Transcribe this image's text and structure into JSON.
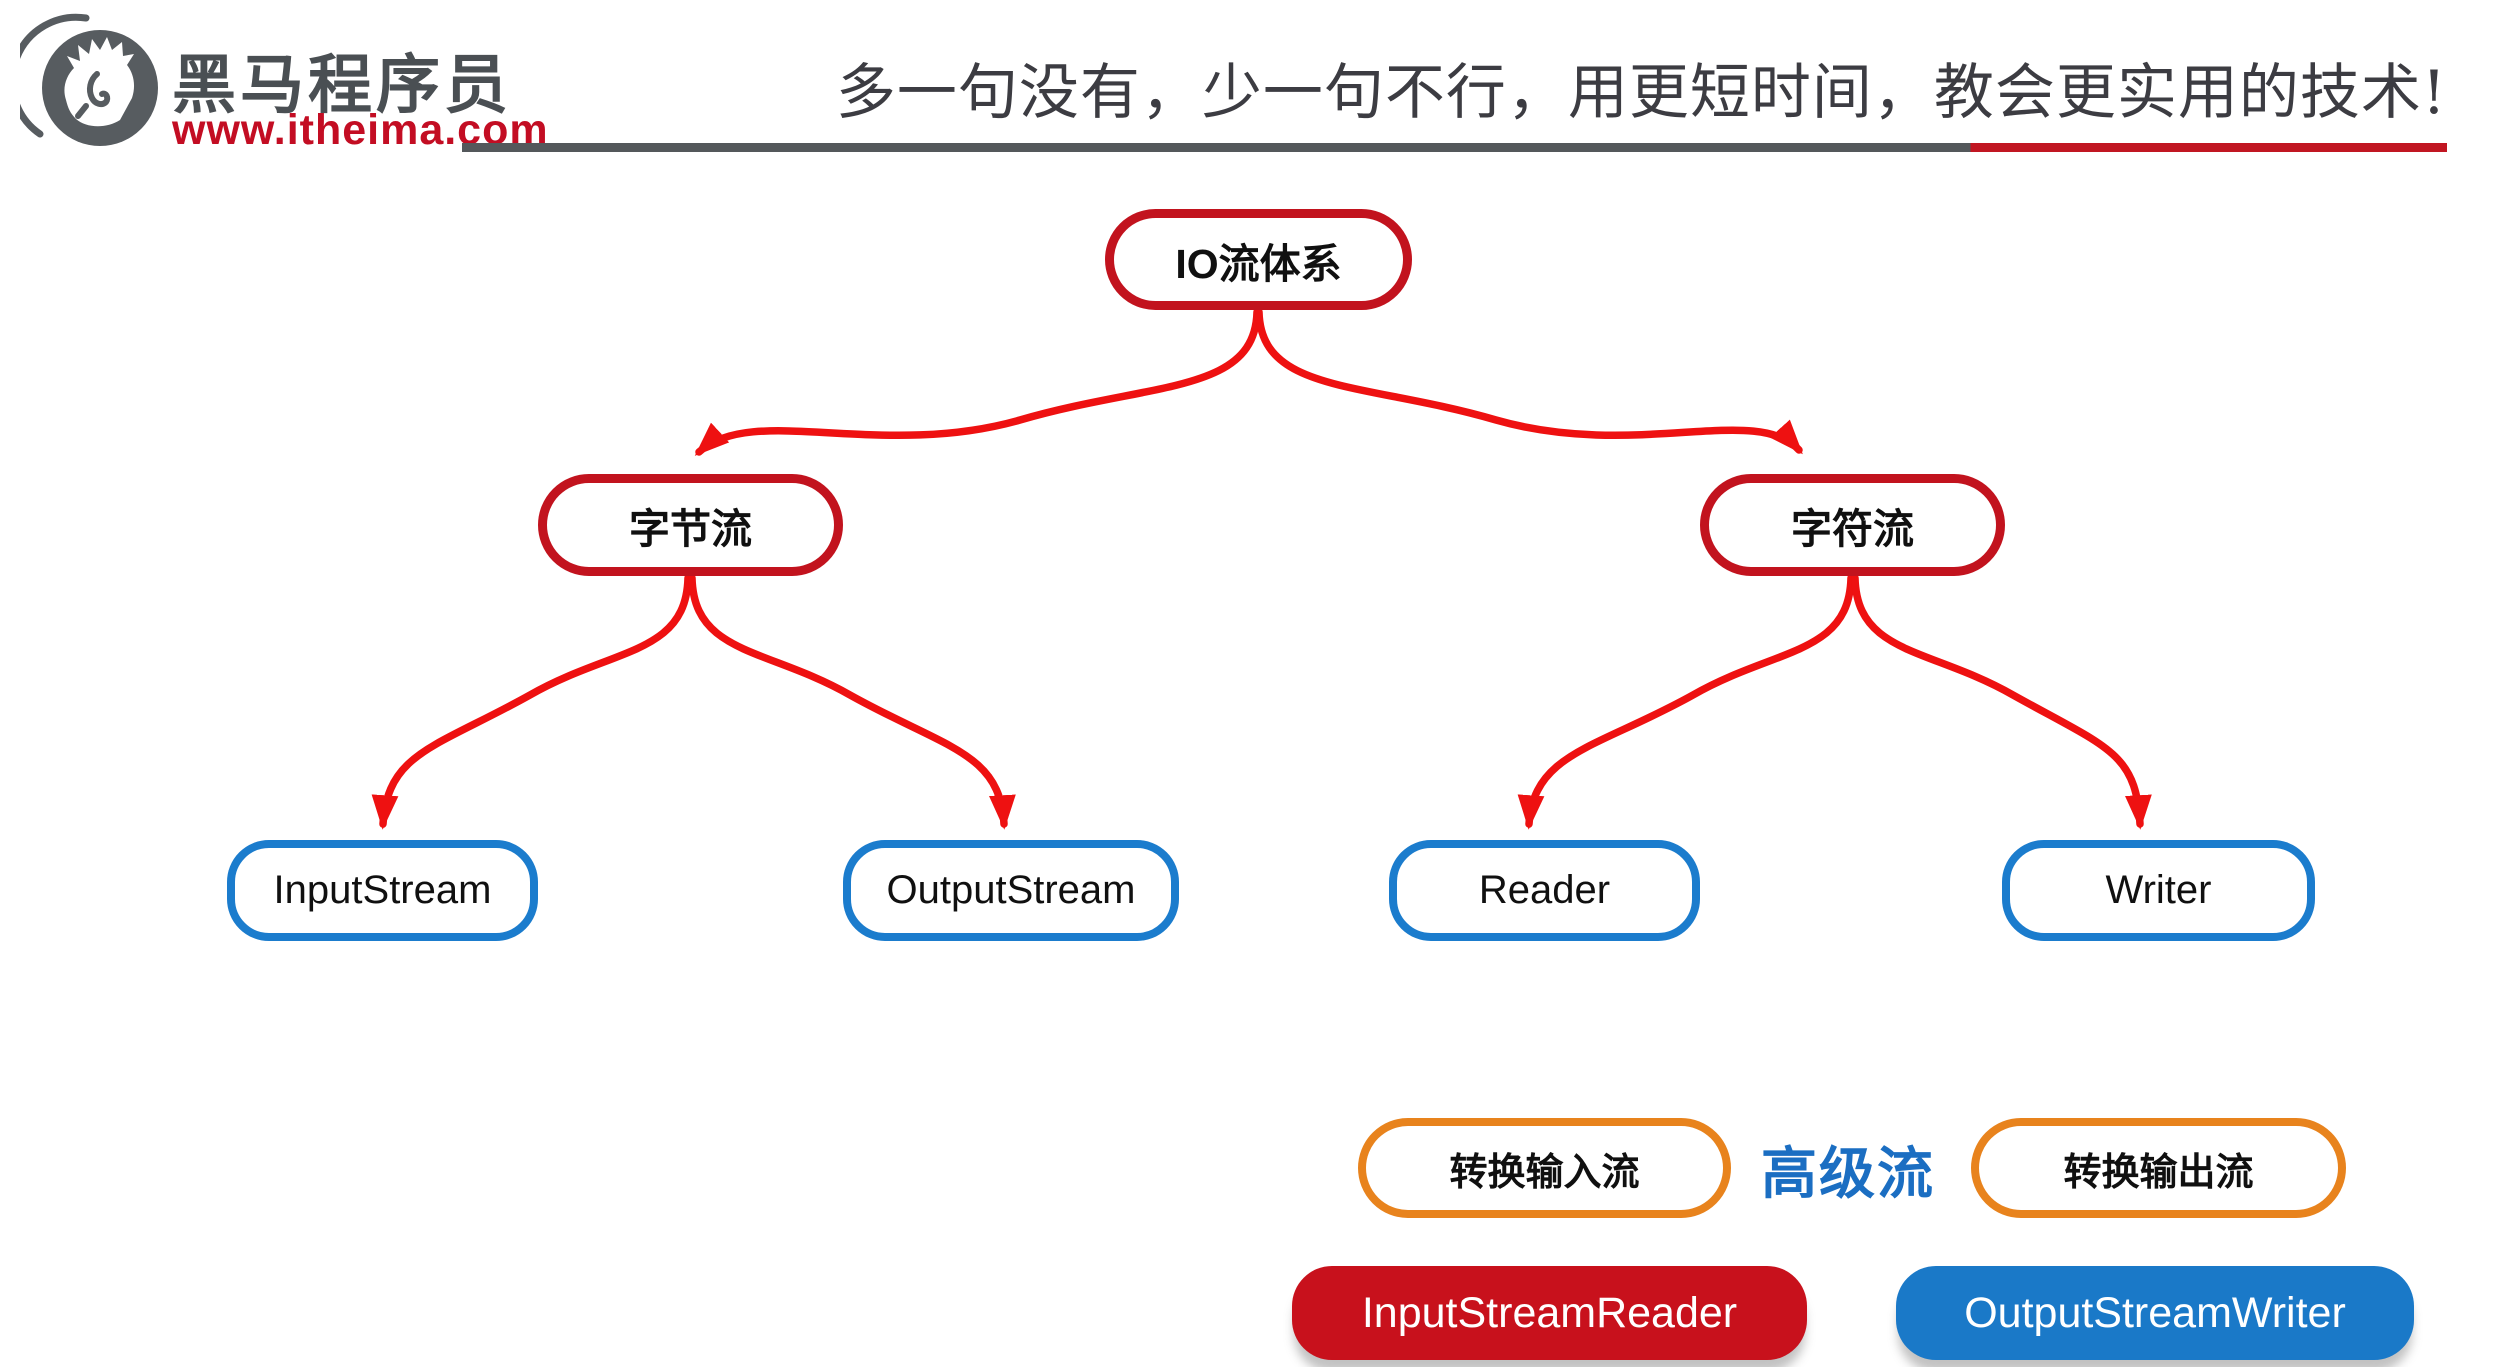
{
  "header": {
    "brand_name": "黑马程序员",
    "brand_url": "www.itheima.com",
    "slogan": "多一句没有，少一句不行，用更短时间，教会更实用的技术!"
  },
  "diagram": {
    "root": {
      "label": "IO流体系"
    },
    "byte_stream": {
      "label": "字节流"
    },
    "char_stream": {
      "label": "字符流"
    },
    "input_stream": {
      "label": "InputStream"
    },
    "output_stream": {
      "label": "OutputStream"
    },
    "reader": {
      "label": "Reader"
    },
    "writer": {
      "label": "Writer"
    }
  },
  "advanced": {
    "convert_input": {
      "label": "转换输入流"
    },
    "center_label": "高级流",
    "convert_output": {
      "label": "转换输出流"
    },
    "input_stream_reader": {
      "label": "InputStreamReader"
    },
    "output_stream_writer": {
      "label": "OutputStreamWriter"
    }
  },
  "colors": {
    "node_border_red": "#c2131e",
    "arrow_red": "#ee1111",
    "node_border_blue": "#1b7ccd",
    "node_border_orange": "#e8831d",
    "fill_red": "#c8111c",
    "fill_blue": "#1a79c8",
    "advanced_text_blue": "#1b6ec2",
    "brand_gray": "#4a4f53",
    "brand_red": "#c30d23",
    "underline_gray": "#54585b",
    "underline_red": "#c11622"
  }
}
